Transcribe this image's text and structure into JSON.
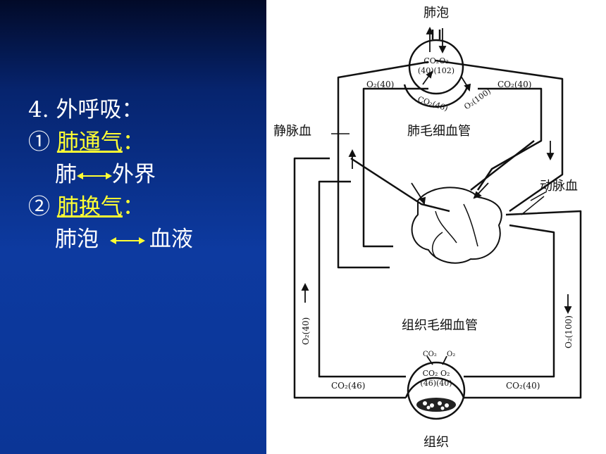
{
  "left": {
    "line1": "4.  外呼吸：",
    "line2_num": "①",
    "line2_term": "肺通气",
    "line2_colon": "：",
    "line3_a": "肺",
    "line3_b": "外界",
    "line4_num": "②",
    "line4_term": "肺换气",
    "line4_colon": "：",
    "line5_a": "肺泡",
    "line5_b": "血液"
  },
  "diagram": {
    "alveolus": "肺泡",
    "alv_gas": "CO₂O₂",
    "alv_vals": "(40)(102)",
    "o2_40_top": "O₂(40)",
    "co2_40_top": "CO₂(40)",
    "co2_46_arc": "CO₂(46)",
    "o2_100_arc": "O₂(100)",
    "vein": "静脉血",
    "lung_cap": "肺毛细血管",
    "artery": "动脉血",
    "o2_40_left": "O₂(40)",
    "o2_100_right": "O₂(100)",
    "tissue_cap": "组织毛细血管",
    "co2_46_bottom": "CO₂(46)",
    "co2_40_bottom": "CO₂(40)",
    "t_co2": "CO₂",
    "t_o2": "O₂",
    "t_gas": "CO₂  O₂",
    "t_vals": "(46)(40)",
    "tissue": "组织"
  }
}
